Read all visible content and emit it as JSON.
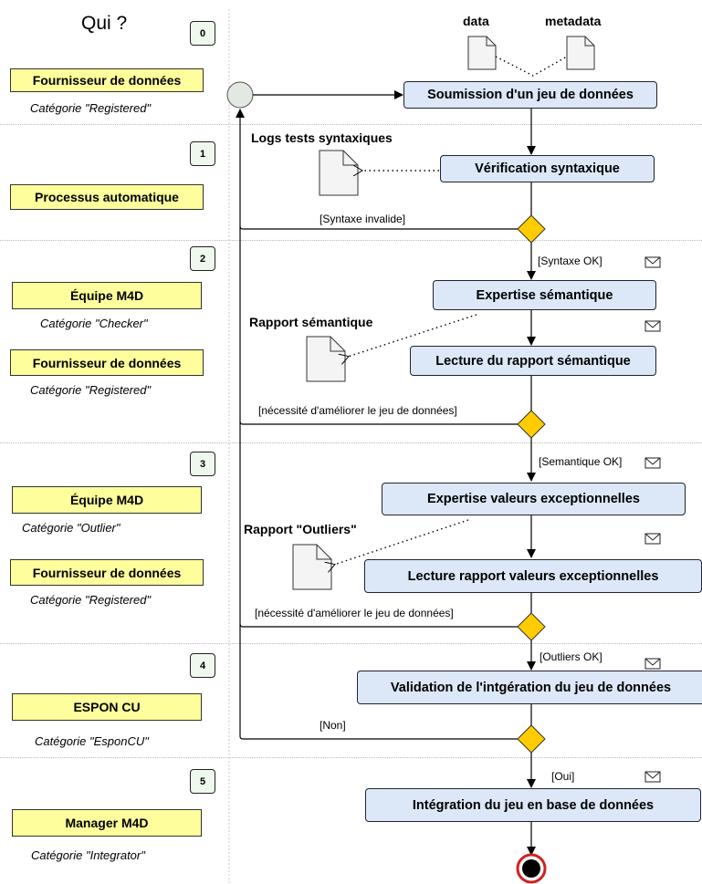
{
  "header": {
    "who_title": "Qui ?"
  },
  "lanes": [
    {
      "step": "0",
      "roles": [
        {
          "name": "Fournisseur de données",
          "category": "Catégorie \"Registered\""
        }
      ]
    },
    {
      "step": "1",
      "roles": [
        {
          "name": "Processus automatique",
          "category": ""
        }
      ]
    },
    {
      "step": "2",
      "roles": [
        {
          "name": "Équipe M4D",
          "category": "Catégorie \"Checker\""
        },
        {
          "name": "Fournisseur de données",
          "category": "Catégorie \"Registered\""
        }
      ]
    },
    {
      "step": "3",
      "roles": [
        {
          "name": "Équipe M4D",
          "category": "Catégorie \"Outlier\""
        },
        {
          "name": "Fournisseur de données",
          "category": "Catégorie \"Registered\""
        }
      ]
    },
    {
      "step": "4",
      "roles": [
        {
          "name": "ESPON CU",
          "category": "Catégorie \"EsponCU\""
        }
      ]
    },
    {
      "step": "5",
      "roles": [
        {
          "name": "Manager M4D",
          "category": "Catégorie \"Integrator\""
        }
      ]
    }
  ],
  "documents": {
    "data": "data",
    "metadata": "metadata",
    "logs": "Logs tests syntaxiques",
    "semantic_report": "Rapport sémantique",
    "outliers_report": "Rapport \"Outliers\""
  },
  "activities": {
    "submit": "Soumission d'un jeu de données",
    "syntax_check": "Vérification syntaxique",
    "semantic_expertise": "Expertise sémantique",
    "semantic_report_read": "Lecture du rapport sémantique",
    "outlier_expertise": "Expertise valeurs exceptionnelles",
    "outlier_report_read": "Lecture rapport valeurs exceptionnelles",
    "validation": "Validation de l'intgération du jeu de données",
    "integration": "Intégration du jeu en base de données"
  },
  "guards": {
    "syntax_invalid": "[Syntaxe invalide]",
    "syntax_ok": "[Syntaxe OK]",
    "improve_1": "[nécessité d'améliorer le jeu de données]",
    "semantic_ok": "[Semantique OK]",
    "improve_2": "[nécessité d'améliorer le jeu de données]",
    "outliers_ok": "[Outliers OK]",
    "non": "[Non]",
    "oui": "[Oui]"
  },
  "colors": {
    "role_fill": "#fefe9c",
    "activity_fill": "#dce8f7",
    "decision_fill": "#ffcc00",
    "badge_fill": "#eef8ec",
    "end_ring": "#d32020"
  }
}
